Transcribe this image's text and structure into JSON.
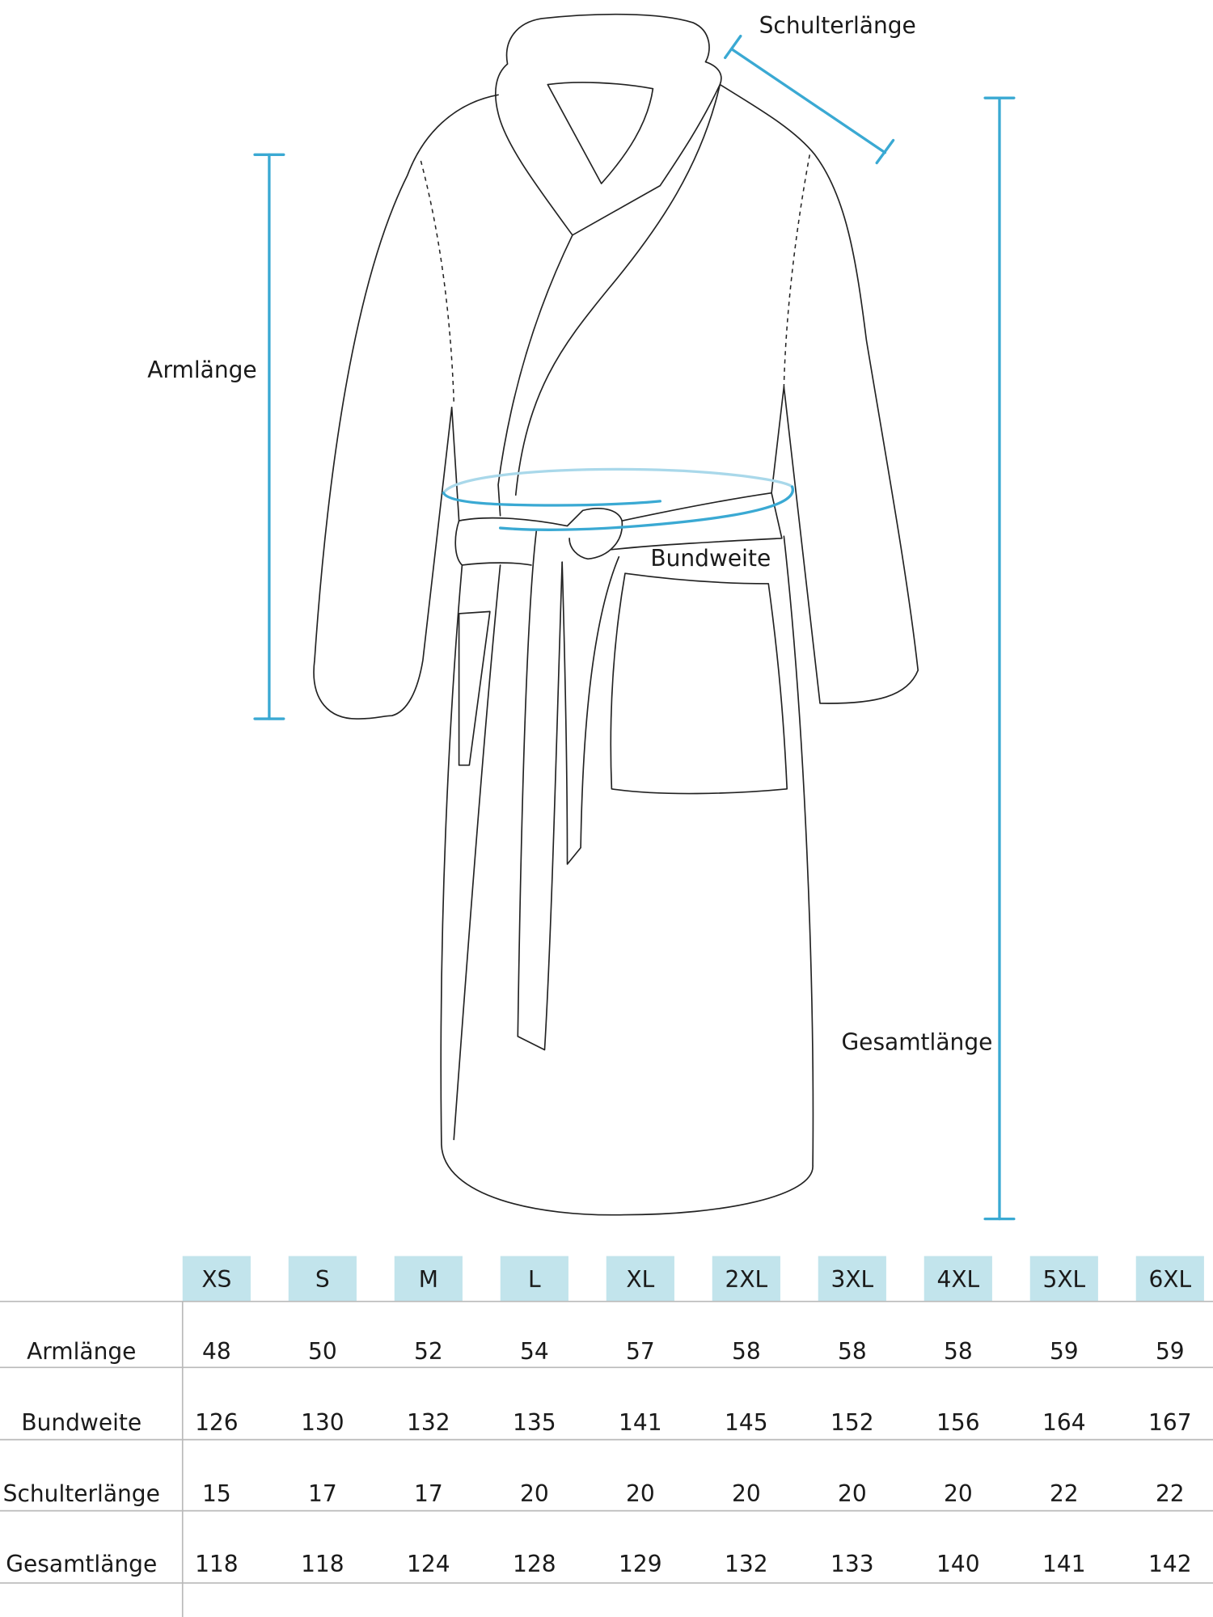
{
  "diagram": {
    "labels": {
      "shoulder": "Schulterlänge",
      "arm": "Armlänge",
      "waist": "Bundweite",
      "total": "Gesamtlänge"
    },
    "accent_color": "#3aa9d3",
    "header_bg": "#c2e4ec"
  },
  "size_table": {
    "sizes": [
      "XS",
      "S",
      "M",
      "L",
      "XL",
      "2XL",
      "3XL",
      "4XL",
      "5XL",
      "6XL"
    ],
    "rows": [
      {
        "label": "Armlänge",
        "values": [
          "48",
          "50",
          "52",
          "54",
          "57",
          "58",
          "58",
          "58",
          "59",
          "59"
        ]
      },
      {
        "label": "Bundweite",
        "values": [
          "126",
          "130",
          "132",
          "135",
          "141",
          "145",
          "152",
          "156",
          "164",
          "167"
        ]
      },
      {
        "label": "Schulterlänge",
        "values": [
          "15",
          "17",
          "17",
          "20",
          "20",
          "20",
          "20",
          "20",
          "22",
          "22"
        ]
      },
      {
        "label": "Gesamtlänge",
        "values": [
          "118",
          "118",
          "124",
          "128",
          "129",
          "132",
          "133",
          "140",
          "141",
          "142"
        ]
      }
    ]
  }
}
